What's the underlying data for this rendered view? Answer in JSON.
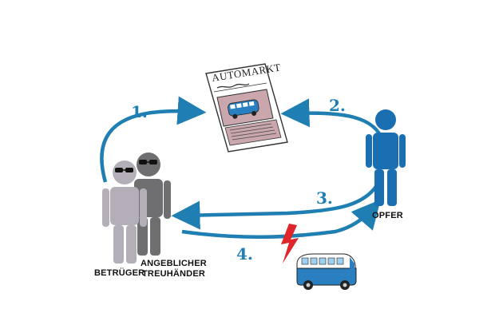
{
  "colors": {
    "arrow": "#1f7fb3",
    "victim": "#1a6fb3",
    "scammer_dark": "#6f6f72",
    "scammer_light": "#b4aeb8",
    "paper_photo": "#c9a7ac",
    "bolt": "#e0262a",
    "van_blue": "#2a7fc0"
  },
  "steps": [
    {
      "number": "1."
    },
    {
      "number": "2."
    },
    {
      "number": "3."
    },
    {
      "number": "4."
    }
  ],
  "newspaper": {
    "title": "AUTOMARKT"
  },
  "people": {
    "betrueger": {
      "label": "BETRÜGER"
    },
    "treuhaender": {
      "label_line1": "ANGEBLICHER",
      "label_line2": "TREUHÄNDER"
    },
    "opfer": {
      "label": "OPFER"
    }
  },
  "icons": [
    "newspaper-icon",
    "victim-icon",
    "scammer-icon",
    "trustee-icon",
    "lightning-icon",
    "van-icon"
  ]
}
